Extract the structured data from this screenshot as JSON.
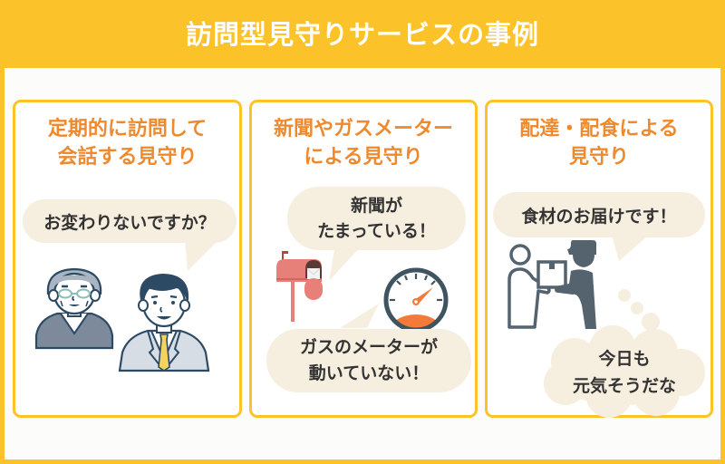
{
  "header": {
    "title": "訪問型見守りサービスの事例"
  },
  "cards": [
    {
      "title_line1": "定期的に訪問して",
      "title_line2": "会話する見守り",
      "bubbles": [
        {
          "text": "お変わりないですか？"
        }
      ],
      "illustration": "elderly-man-and-visitor"
    },
    {
      "title_line1": "新聞やガスメーター",
      "title_line2": "による見守り",
      "bubbles": [
        {
          "text": "新聞が\nたまっている！"
        },
        {
          "text": "ガスのメーターが\n動いていない！"
        }
      ],
      "illustration": "mailbox-and-gas-meter"
    },
    {
      "title_line1": "配達・配食による",
      "title_line2": "見守り",
      "bubbles": [
        {
          "text": "食材のお届けです！"
        },
        {
          "text": "今日も\n元気そうだな"
        }
      ],
      "illustration": "delivery-person-handing-package"
    }
  ],
  "colors": {
    "frame": "#FBC22A",
    "title_text": "#EE8A2E",
    "bubble_bg": "#F6EEDF",
    "bubble_text": "#333333",
    "navy": "#2C4A63",
    "mailbox": "#E8807A",
    "gauge_ring": "#3E5461",
    "gauge_accent": "#F47A3A",
    "pictogram": "#54636E"
  }
}
